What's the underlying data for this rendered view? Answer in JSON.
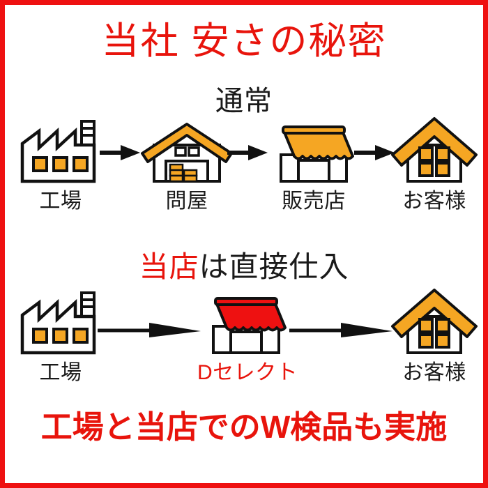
{
  "page": {
    "headline": "当社 安さの秘密",
    "footer": "工場と当店でのW検品も実施",
    "border_color": "#ee1111",
    "background": "#ffffff"
  },
  "colors": {
    "red": "#e8140c",
    "orange": "#f5a623",
    "orange_dark": "#e8a13a",
    "black": "#1a1a1a",
    "white": "#ffffff"
  },
  "flows": [
    {
      "id": "normal",
      "caption": "通常",
      "caption_color": "#1a1a1a",
      "nodes": [
        {
          "icon": "factory-icon",
          "label": "工場",
          "label_color": "#1a1a1a",
          "accent": false
        },
        {
          "icon": "warehouse-icon",
          "label": "問屋",
          "label_color": "#1a1a1a",
          "accent": false
        },
        {
          "icon": "shop-icon",
          "label": "販売店",
          "label_color": "#1a1a1a",
          "accent": false
        },
        {
          "icon": "house-icon",
          "label": "お客様",
          "label_color": "#1a1a1a",
          "accent": false
        }
      ],
      "arrows": [
        {
          "name": "arrow-factory-to-wholesaler",
          "style": "short"
        },
        {
          "name": "arrow-wholesaler-to-shop",
          "style": "short"
        },
        {
          "name": "arrow-shop-to-customer",
          "style": "short"
        }
      ]
    },
    {
      "id": "direct",
      "caption_parts": [
        {
          "text": "当店",
          "color": "#e8140c"
        },
        {
          "text": "は直接仕入",
          "color": "#1a1a1a"
        }
      ],
      "caption_plain": "当店は直接仕入",
      "nodes": [
        {
          "icon": "factory-icon",
          "label": "工場",
          "label_color": "#1a1a1a",
          "accent": false
        },
        {
          "icon": "shop-red-icon",
          "label": "Dセレクト",
          "label_color": "#e8140c",
          "accent": true
        },
        {
          "icon": "house-icon",
          "label": "お客様",
          "label_color": "#1a1a1a",
          "accent": false
        }
      ],
      "arrows": [
        {
          "name": "arrow-factory-to-dselect",
          "style": "long"
        },
        {
          "name": "arrow-dselect-to-customer",
          "style": "long"
        }
      ]
    }
  ]
}
